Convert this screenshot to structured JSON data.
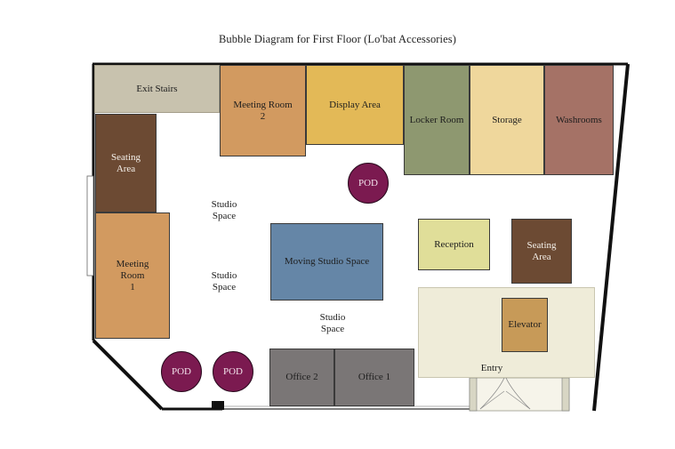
{
  "title": "Bubble Diagram for First Floor (Lo'bat Accessories)",
  "colors": {
    "wall": "#111111",
    "exit_stairs": "#c8c2ae",
    "meeting_room": "#d29a60",
    "display_area": "#e3b957",
    "locker_room": "#8e9870",
    "storage": "#efd79c",
    "washrooms": "#a57266",
    "seating_area": "#6c4a33",
    "moving_studio": "#6586a7",
    "reception": "#e0de99",
    "entry_zone": "#efecd9",
    "elevator": "#c79a58",
    "office": "#7a7676",
    "pod": "#7b1a50"
  },
  "rooms": {
    "exit_stairs": "Exit Stairs",
    "meeting_room_2": "Meeting Room\n2",
    "display_area": "Display Area",
    "locker_room": "Locker Room",
    "storage": "Storage",
    "washrooms": "Washrooms",
    "seating_area_left": "Seating\nArea",
    "meeting_room_1": "Meeting\nRoom\n1",
    "moving_studio": "Moving Studio Space",
    "reception": "Reception",
    "seating_area_right": "Seating\nArea",
    "elevator": "Elevator",
    "office_2": "Office 2",
    "office_1": "Office 1"
  },
  "labels": {
    "studio_1": "Studio\nSpace",
    "studio_2": "Studio\nSpace",
    "studio_3": "Studio\nSpace",
    "entry": "Entry"
  },
  "pods": [
    "POD",
    "POD",
    "POD"
  ]
}
